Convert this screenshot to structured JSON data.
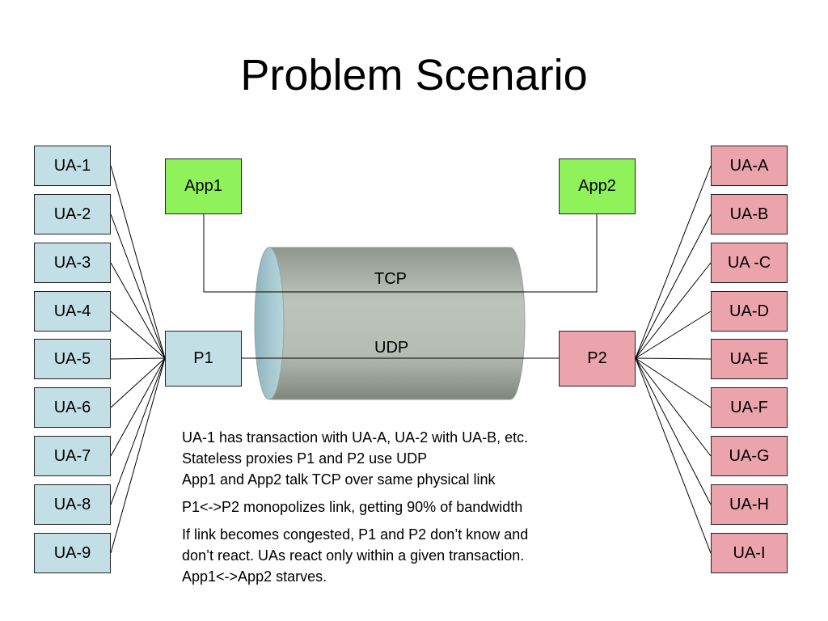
{
  "title": "Problem Scenario",
  "ua_left": [
    "UA-1",
    "UA-2",
    "UA-3",
    "UA-4",
    "UA-5",
    "UA-6",
    "UA-7",
    "UA-8",
    "UA-9"
  ],
  "ua_right": [
    "UA-A",
    "UA-B",
    "UA -C",
    "UA-D",
    "UA-E",
    "UA-F",
    "UA-G",
    "UA-H",
    "UA-I"
  ],
  "apps": {
    "left": "App1",
    "right": "App2"
  },
  "proxies": {
    "left": "P1",
    "right": "P2"
  },
  "pipe": {
    "tcp_label": "TCP",
    "udp_label": "UDP"
  },
  "notes": [
    [
      "UA-1 has transaction with UA-A, UA-2 with UA-B, etc.",
      "Stateless proxies P1 and P2 use UDP",
      "App1 and  App2 talk TCP over same physical link"
    ],
    [
      "P1<->P2 monopolizes link, getting 90% of bandwidth"
    ],
    [
      "If link becomes congested, P1 and P2 don’t know and",
      "don’t react. UAs react only within a given transaction.",
      "App1<->App2 starves."
    ]
  ],
  "colors": {
    "left_fill": "#c3dfe6",
    "right_fill": "#eba4ab",
    "app_fill": "#8ff25b",
    "pipe_fill": "#b4bcb4"
  }
}
